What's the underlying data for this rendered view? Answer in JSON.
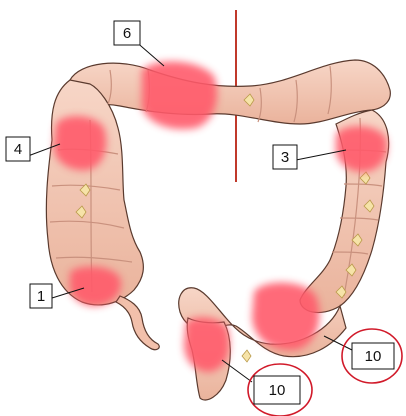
{
  "diagram": {
    "colors": {
      "colon_fill": "#f3c6b2",
      "colon_stroke": "#5a3a2e",
      "haustra_line": "#c9917e",
      "hotspot": "#ff5a6a",
      "divider_line": "#c0392b",
      "circle": "#d11a2a",
      "label_border": "#111111"
    },
    "labels": [
      {
        "id": "6",
        "text": "6"
      },
      {
        "id": "4",
        "text": "4"
      },
      {
        "id": "3",
        "text": "3"
      },
      {
        "id": "1",
        "text": "1"
      },
      {
        "id": "10a",
        "text": "10"
      },
      {
        "id": "10b",
        "text": "10"
      }
    ]
  }
}
